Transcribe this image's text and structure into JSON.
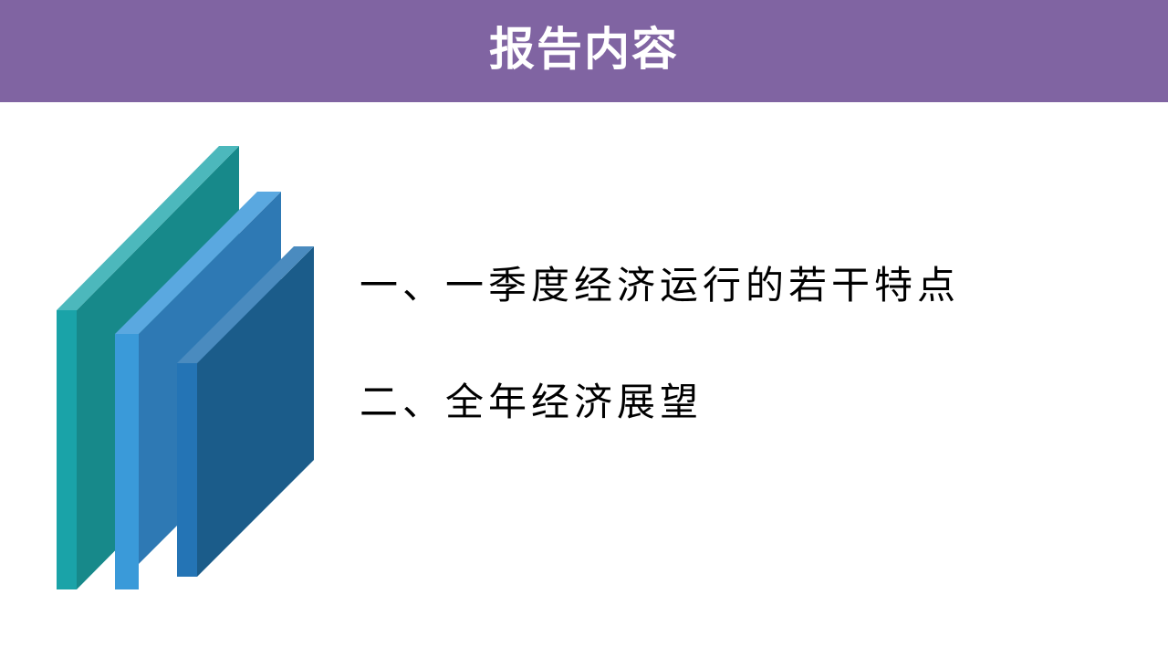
{
  "header": {
    "title": "报告内容",
    "background_color": "#8064A2",
    "text_color": "#FFFFFF"
  },
  "agenda": {
    "items": [
      {
        "text": "一、一季度经济运行的若干特点"
      },
      {
        "text": "二、全年经济展望"
      }
    ]
  },
  "decoration": {
    "panel_colors": [
      "#1AA3A8",
      "#3A9AD9",
      "#2474B5"
    ]
  }
}
